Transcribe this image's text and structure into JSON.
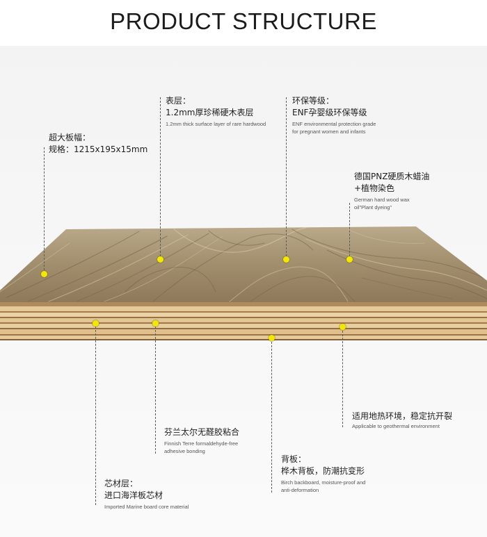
{
  "title": "PRODUCT STRUCTURE",
  "colors": {
    "dot": "#f3e800",
    "top_face": "#a49273",
    "edge_light": "#e2c898",
    "edge_dark": "#8a6a45"
  },
  "callouts": {
    "size": {
      "cn1": "超大板幅：",
      "cn2": "规格：1215x195x15mm"
    },
    "surface": {
      "cn1": "表层：",
      "cn2": "1.2mm厚珍稀硬木表层",
      "en1": "1.2mm thick surface layer of rare hardwood"
    },
    "enf": {
      "cn1": "环保等级：",
      "cn2": "ENF孕婴级环保等级",
      "en1": "ENF environmental protection grade",
      "en2": "for pregnant women and infants"
    },
    "wax": {
      "cn1": "德国PNZ硬质木蜡油",
      "cn2": "+植物染色",
      "en1": "German hard wood wax",
      "en2": "oil\"Plant dyeing\""
    },
    "geothermal": {
      "cn1": "适用地热环境，稳定抗开裂",
      "en1": "Applicable to geothermal environment"
    },
    "adhesive": {
      "cn1": "芬兰太尔无醛胶粘合",
      "en1": "Finnish Terre formaldehyde-free",
      "en2": "adhesive bonding"
    },
    "backboard": {
      "cn1": "背板：",
      "cn2": "桦木背板，防潮抗变形",
      "en1": "Birch backboard, moisture-proof and",
      "en2": "anti-deformation"
    },
    "core": {
      "cn1": "芯材层：",
      "cn2": "进口海洋板芯材",
      "en1": "Imported Marine board core material"
    }
  }
}
